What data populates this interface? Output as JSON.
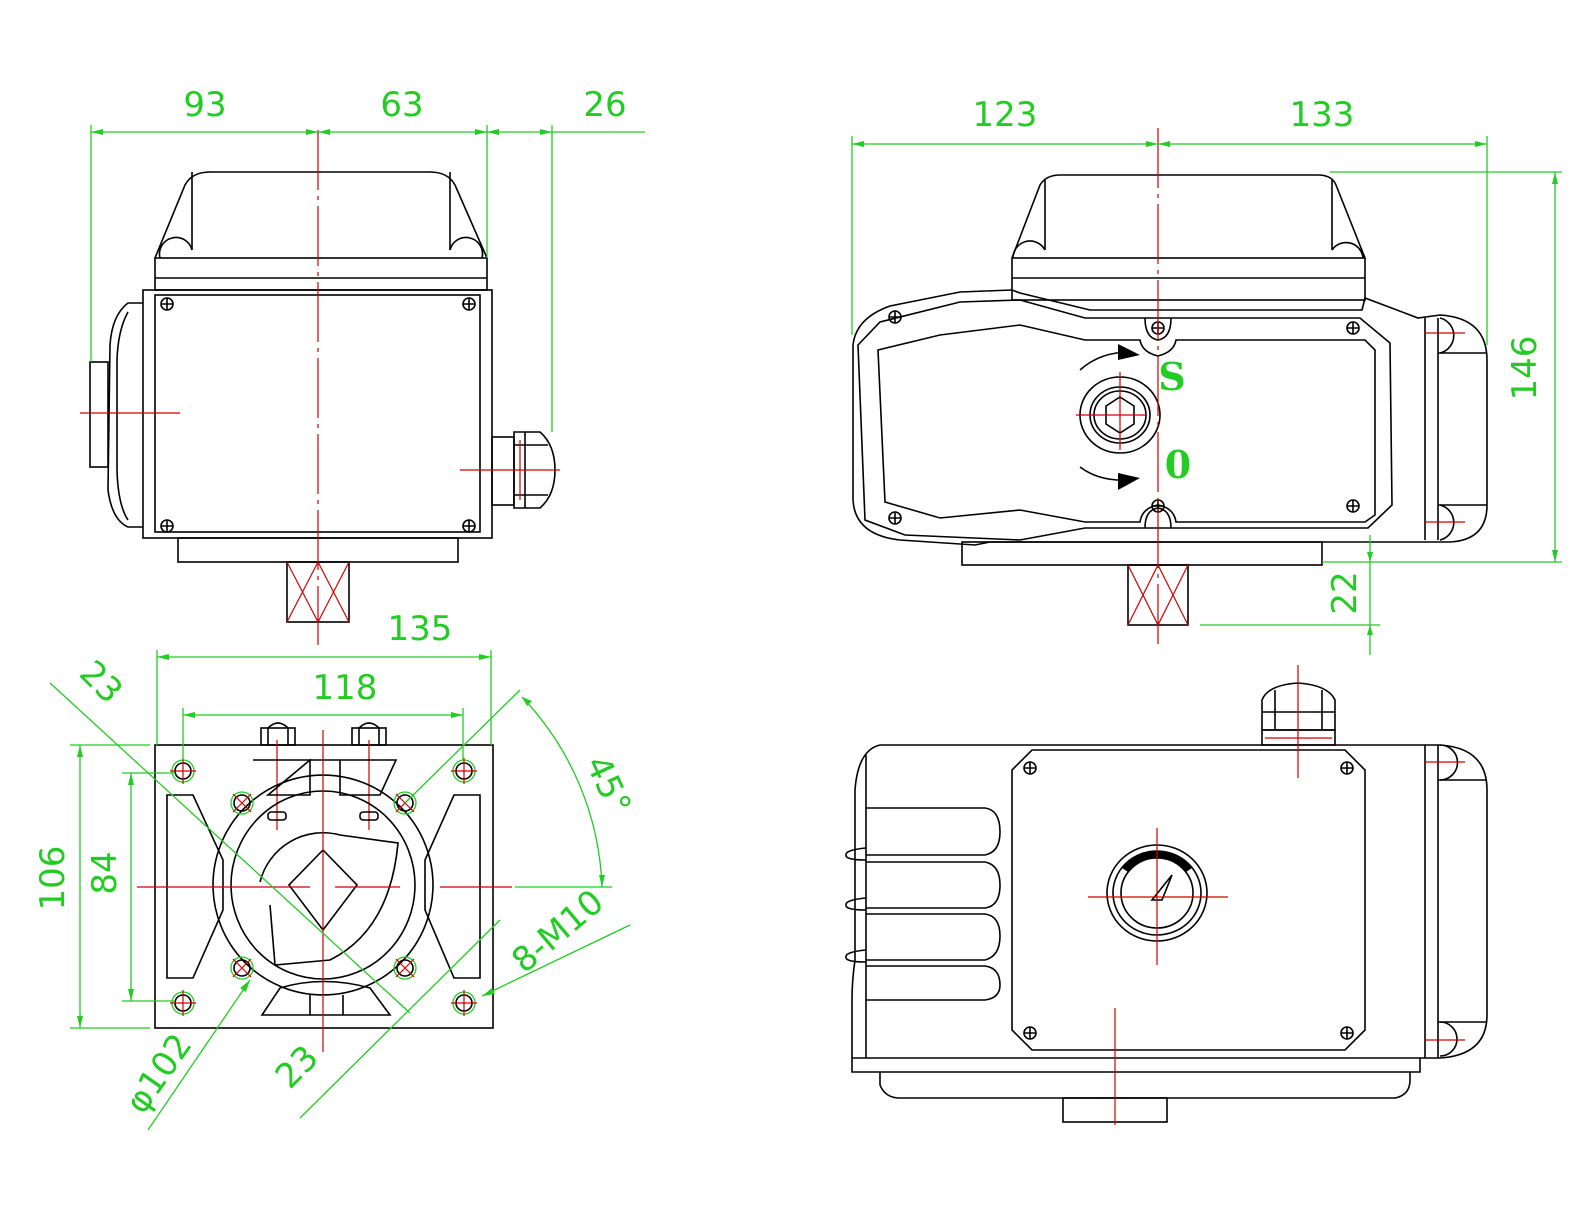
{
  "colors": {
    "outline": "#000000",
    "centerline": "#d00000",
    "dimension": "#22cc22"
  },
  "side_view": {
    "dim_left": "93",
    "dim_mid": "63",
    "dim_right": "26"
  },
  "front_view": {
    "dim_left": "123",
    "dim_right": "133",
    "dim_height": "146",
    "dim_shaft": "22",
    "label_shut": "S",
    "label_open": "0"
  },
  "base_view": {
    "dim_width_outer": "135",
    "dim_width_inner": "118",
    "dim_height_outer": "106",
    "dim_height_inner": "84",
    "dim_square_top": "23",
    "dim_square_bottom": "23",
    "dim_angle": "45°",
    "dim_holes": "8-M10",
    "dim_pcd": "φ102"
  }
}
